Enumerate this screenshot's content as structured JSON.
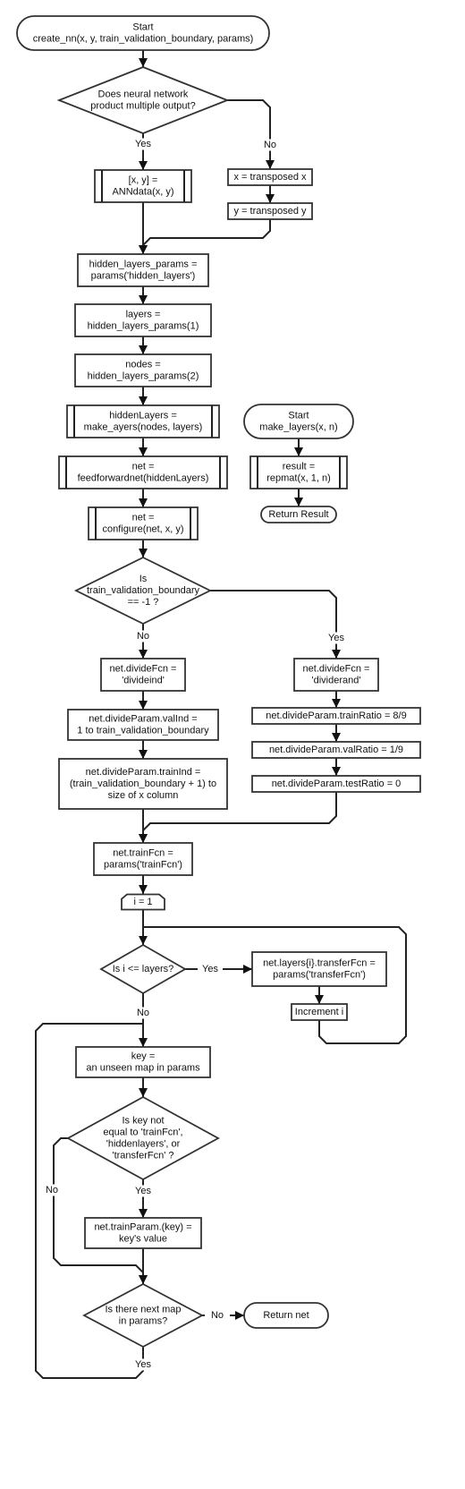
{
  "nodes": {
    "start": [
      "Start",
      "create_nn(x, y, train_validation_boundary, params)"
    ],
    "multi_output_q": [
      "Does neural network",
      "product multiple output?"
    ],
    "ann_data": [
      "[x, y] =",
      "ANNdata(x, y)"
    ],
    "transpose_x": [
      "x = transposed x"
    ],
    "transpose_y": [
      "y = transposed y"
    ],
    "hidden_params": [
      "hidden_layers_params =",
      "params('hidden_layers')"
    ],
    "layers_assign": [
      "layers =",
      "hidden_layers_params(1)"
    ],
    "nodes_assign": [
      "nodes =",
      "hidden_layers_params(2)"
    ],
    "hidden_layers_call": [
      "hiddenLayers =",
      "make_ayers(nodes, layers)"
    ],
    "feedforward_call": [
      "net =",
      "feedforwardnet(hiddenLayers)"
    ],
    "configure_call": [
      "net =",
      "configure(net, x, y)"
    ],
    "boundary_q": [
      "Is",
      "train_validation_boundary",
      "== -1 ?"
    ],
    "divide_ind": [
      "net.divideFcn =",
      "'divideind'"
    ],
    "val_ind": [
      "net.divideParam.valInd =",
      "1 to train_validation_boundary"
    ],
    "train_ind": [
      "net.divideParam.trainInd =",
      "(train_validation_boundary + 1) to",
      "size of x column"
    ],
    "divide_rand": [
      "net.divideFcn =",
      "'dividerand'"
    ],
    "train_ratio": [
      "net.divideParam.trainRatio = 8/9"
    ],
    "val_ratio": [
      "net.divideParam.valRatio = 1/9"
    ],
    "test_ratio": [
      "net.divideParam.testRatio = 0"
    ],
    "train_fcn": [
      "net.trainFcn =",
      "params('trainFcn')"
    ],
    "loop_init": [
      "i = 1"
    ],
    "loop_q": [
      "Is i <= layers?"
    ],
    "transfer_fcn": [
      "net.layers{i}.transferFcn =",
      "params('transferFcn')"
    ],
    "increment": [
      "Increment i"
    ],
    "key_assign": [
      "key =",
      "an unseen map in params"
    ],
    "key_q": [
      "Is key not",
      "equal to 'trainFcn',",
      "'hiddenlayers', or",
      "'transferFcn' ?"
    ],
    "train_param": [
      "net.trainParam.(key) =",
      "key's value"
    ],
    "next_map_q": [
      "Is there next map",
      "in params?"
    ],
    "return_net": [
      "Return net"
    ],
    "sub_start": [
      "Start",
      "make_layers(x, n)"
    ],
    "sub_result": [
      "result =",
      "repmat(x, 1, n)"
    ],
    "sub_return": [
      "Return Result"
    ]
  },
  "edge_labels": {
    "multi_yes": "Yes",
    "multi_no": "No",
    "boundary_no": "No",
    "boundary_yes": "Yes",
    "loop_yes": "Yes",
    "loop_no": "No",
    "key_yes": "Yes",
    "key_no": "No",
    "next_no": "No",
    "next_yes": "Yes"
  }
}
